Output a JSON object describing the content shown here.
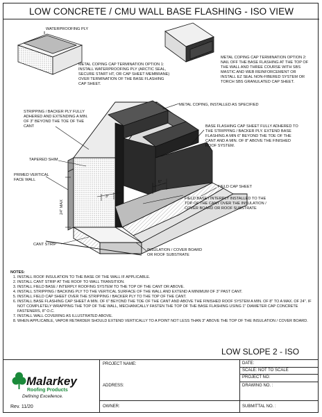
{
  "title": "LOW CONCRETE / CMU WALL BASE FLASHING - ISO VIEW",
  "labels": {
    "waterproofing_ply": "WATERPROOFING PLY",
    "option1": [
      "METAL COPING CAP TERMINATION OPTION 1:",
      "INSTALL WATERPROOFING PLY (ARCTIC SEAL,",
      "SECURE START HT, OR CAP SHEET MEMBRANE)",
      "OVER TERMINATION OF THE BASE FLASHING",
      "CAP SHEET."
    ],
    "option2": [
      "METAL COPING CAP TERMINATION OPTION 2:",
      "NAIL OFF THE BASE FLASHING AT THE TOP OF",
      "THE WALL AND THREE COURSE WITH SBS",
      "MASTIC AND WEB REINFORCEMENT OR",
      "INSTALL EZ SEAL NON-FIBERED SYSTEM OR",
      "TORCH SBS GRANULATED CAP SHEET."
    ],
    "metal_coping": "METAL COPING, INSTALLED AS SPECIFIED",
    "stripping": [
      "STRIPPING / BACKER PLY FULLY",
      "ADHERED AND EXTENDING A MIN.",
      "OF 3\" BEYOND THE TOE OF THE",
      "CANT"
    ],
    "base_flashing": [
      "BASE FLASHING CAP SHEET FULLY ADHERED TO",
      "THE STRIPPING / BACKER  PLY. EXTEND BASE",
      "FLASHING A MIN 6\" BEYOND THE TOE OF THE",
      "CANT AND A MIN. OF 8\" ABOVE THE FINISHED",
      "ROOF SYSTEM."
    ],
    "tapered_shim": "TAPERED SHIM",
    "primed_wall": [
      "PRIMED VERTICAL",
      "FACE WALL"
    ],
    "field_cap": "FIELD CAP SHEET",
    "dim_6": "6\"",
    "dim_3": "3\"",
    "dim_24": "24\" MAX",
    "field_base": [
      "FIELD BASE / INTERPLY INSTALLED TO THE",
      "TOP OF THE CANT OVER THE INSULATION /",
      "COVER BOARD OR ROOF SUBSTRATE"
    ],
    "cant_strip": "CANT STRIP",
    "insulation": [
      "INSULATION / COVER BOARD",
      "OR ROOF SUBSTRATE"
    ]
  },
  "notes": {
    "heading": "NOTES:",
    "items": [
      "INSTALL ROOF INSULATION TO THE BASE OF THE WALL IF APPLICABLE.",
      "INSTALL CANT STRIP AT THE ROOF TO WALL TRANSITION.",
      "INSTALL FIELD BASE / INTERPLY ROOFING SYSTEM TO THE TOP OF THE CANT OR ABOVE.",
      "INSTALL STRIPPING / BACKING PLY TO THE VERTICAL SURFACE OF THE WALL AND EXTEND A MINIMUM OF 3\" PAST CANT.",
      "INSTALL FIELD CAP SHEET OVER THE STRIPPING / BACKER PLY TO THE TOP OF THE CANT.",
      "INSTALL BASE FLASHING CAP SHEET A MIN. OF 6\" BEYOND THE TOE OF THE CANT AND ABOVE THE FINISHED ROOF SYSTEM A MIN. OF 8\" TO A MAX. OF 24\". IF NOT COMPLETELY WRAPPING THE TOP OF THE WALL, MECHANICALLY FASTEN THE TOP OF THE BASE FLASHING USING 1\" DIAMETER CAP CONCRETE FASTENERS, 8\" O.C.",
      "INSTALL WALL COVERING AS ILLUSTRATED ABOVE.",
      "WHEN APPLICABLE, VAPOR RETARDER SHOULD EXTEND VERTICALLY TO A POINT NOT LESS THAN 3\" ABOVE THE TOP OF THE INSULATION / COVER BOARD."
    ]
  },
  "detail_title": "LOW SLOPE 2 - ISO",
  "title_block": {
    "project_name": "PROJECT NAME:",
    "address": "ADDRESS:",
    "owner": "OWNER:",
    "date": "DATE:",
    "scale": "SCALE:  NOT TO SCALE",
    "project_no": "PROJECT NO:",
    "drawing_no": "DRAWING NO. :",
    "submittal_no": "SUBMITTAL NO. :",
    "logo_name": "Malarkey",
    "logo_sub": "Roofing Products",
    "logo_tagline": "Defining Excellence.",
    "revision": "Rev. 11/20"
  },
  "colors": {
    "line": "#111111",
    "logo_green": "#1a8a3a",
    "membrane": "#1a1a1a",
    "shade": "#d8d8d8"
  }
}
